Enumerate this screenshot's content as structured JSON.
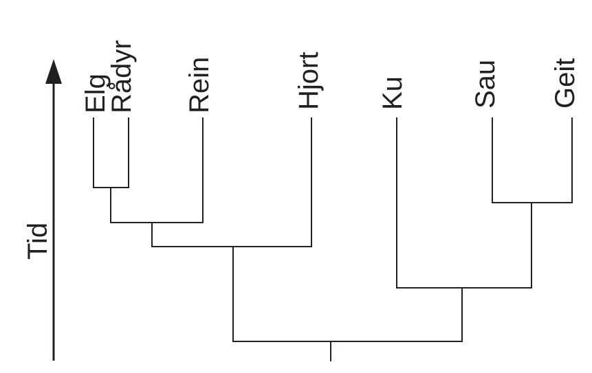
{
  "axis": {
    "label": "Tid"
  },
  "taxa": [
    {
      "id": "elg",
      "name": "Elg"
    },
    {
      "id": "radyr",
      "name": "Rådyr"
    },
    {
      "id": "rein",
      "name": "Rein"
    },
    {
      "id": "hjort",
      "name": "Hjort"
    },
    {
      "id": "ku",
      "name": "Ku"
    },
    {
      "id": "sau",
      "name": "Sau"
    },
    {
      "id": "geit",
      "name": "Geit"
    }
  ],
  "colors": {
    "ink": "#231f20",
    "background": "#ffffff"
  }
}
